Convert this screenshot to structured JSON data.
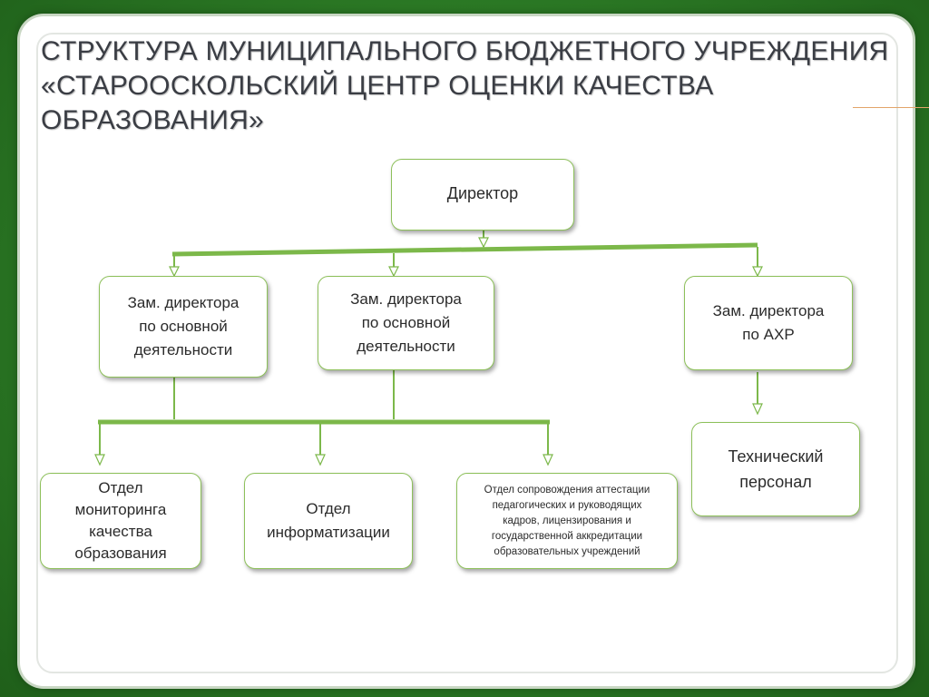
{
  "title": {
    "line1": "СТРУКТУРА МУНИЦИПАЛЬНОГО БЮДЖЕТНОГО УЧРЕЖДЕНИЯ",
    "line2": "«СТАРООСКОЛЬСКИЙ ЦЕНТР ОЦЕНКИ КАЧЕСТВА ОБРАЗОВАНИЯ»"
  },
  "colors": {
    "background_green": "#2e7f27",
    "connector_green": "#8dc05a",
    "box_border": "#8dc05a"
  },
  "nodes": {
    "director": "Директор",
    "deputy_main_1": "Зам. директора\nпо основной\nдеятельности",
    "deputy_main_2": "Зам. директора\nпо основной\nдеятельности",
    "deputy_ahr": "Зам. директора\nпо АХР",
    "technical_staff": "Технический\nперсонал",
    "dept_monitoring": "Отдел\nмониторинга\nкачества\nобразования",
    "dept_informatization": "Отдел\nинформатизации",
    "dept_attestation": "Отдел сопровождения аттестации\nпедагогических и руководящих\nкадров, лицензирования и\nгосударственной аккредитации\nобразовательных учреждений"
  }
}
